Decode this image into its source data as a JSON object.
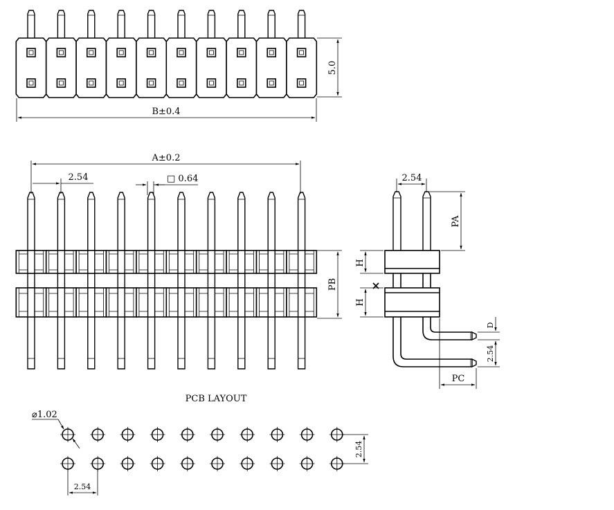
{
  "labels": {
    "top_height": "5.0",
    "top_width": "B±0.4",
    "pin_span": "A±0.2",
    "pitch_front": "2.54",
    "pin_square": "□ 0.64",
    "pb": "PB",
    "pitch_side": "2.54",
    "pa": "PA",
    "h_upper": "H",
    "h_lower": "H",
    "d": "D",
    "pitch_side_vertical": "2.54",
    "pc": "PC",
    "pcb_title": "PCB LAYOUT",
    "hole_diameter": "⌀1.02",
    "pcb_pitch_vertical": "2.54",
    "pcb_pitch_horizontal": "2.54"
  }
}
